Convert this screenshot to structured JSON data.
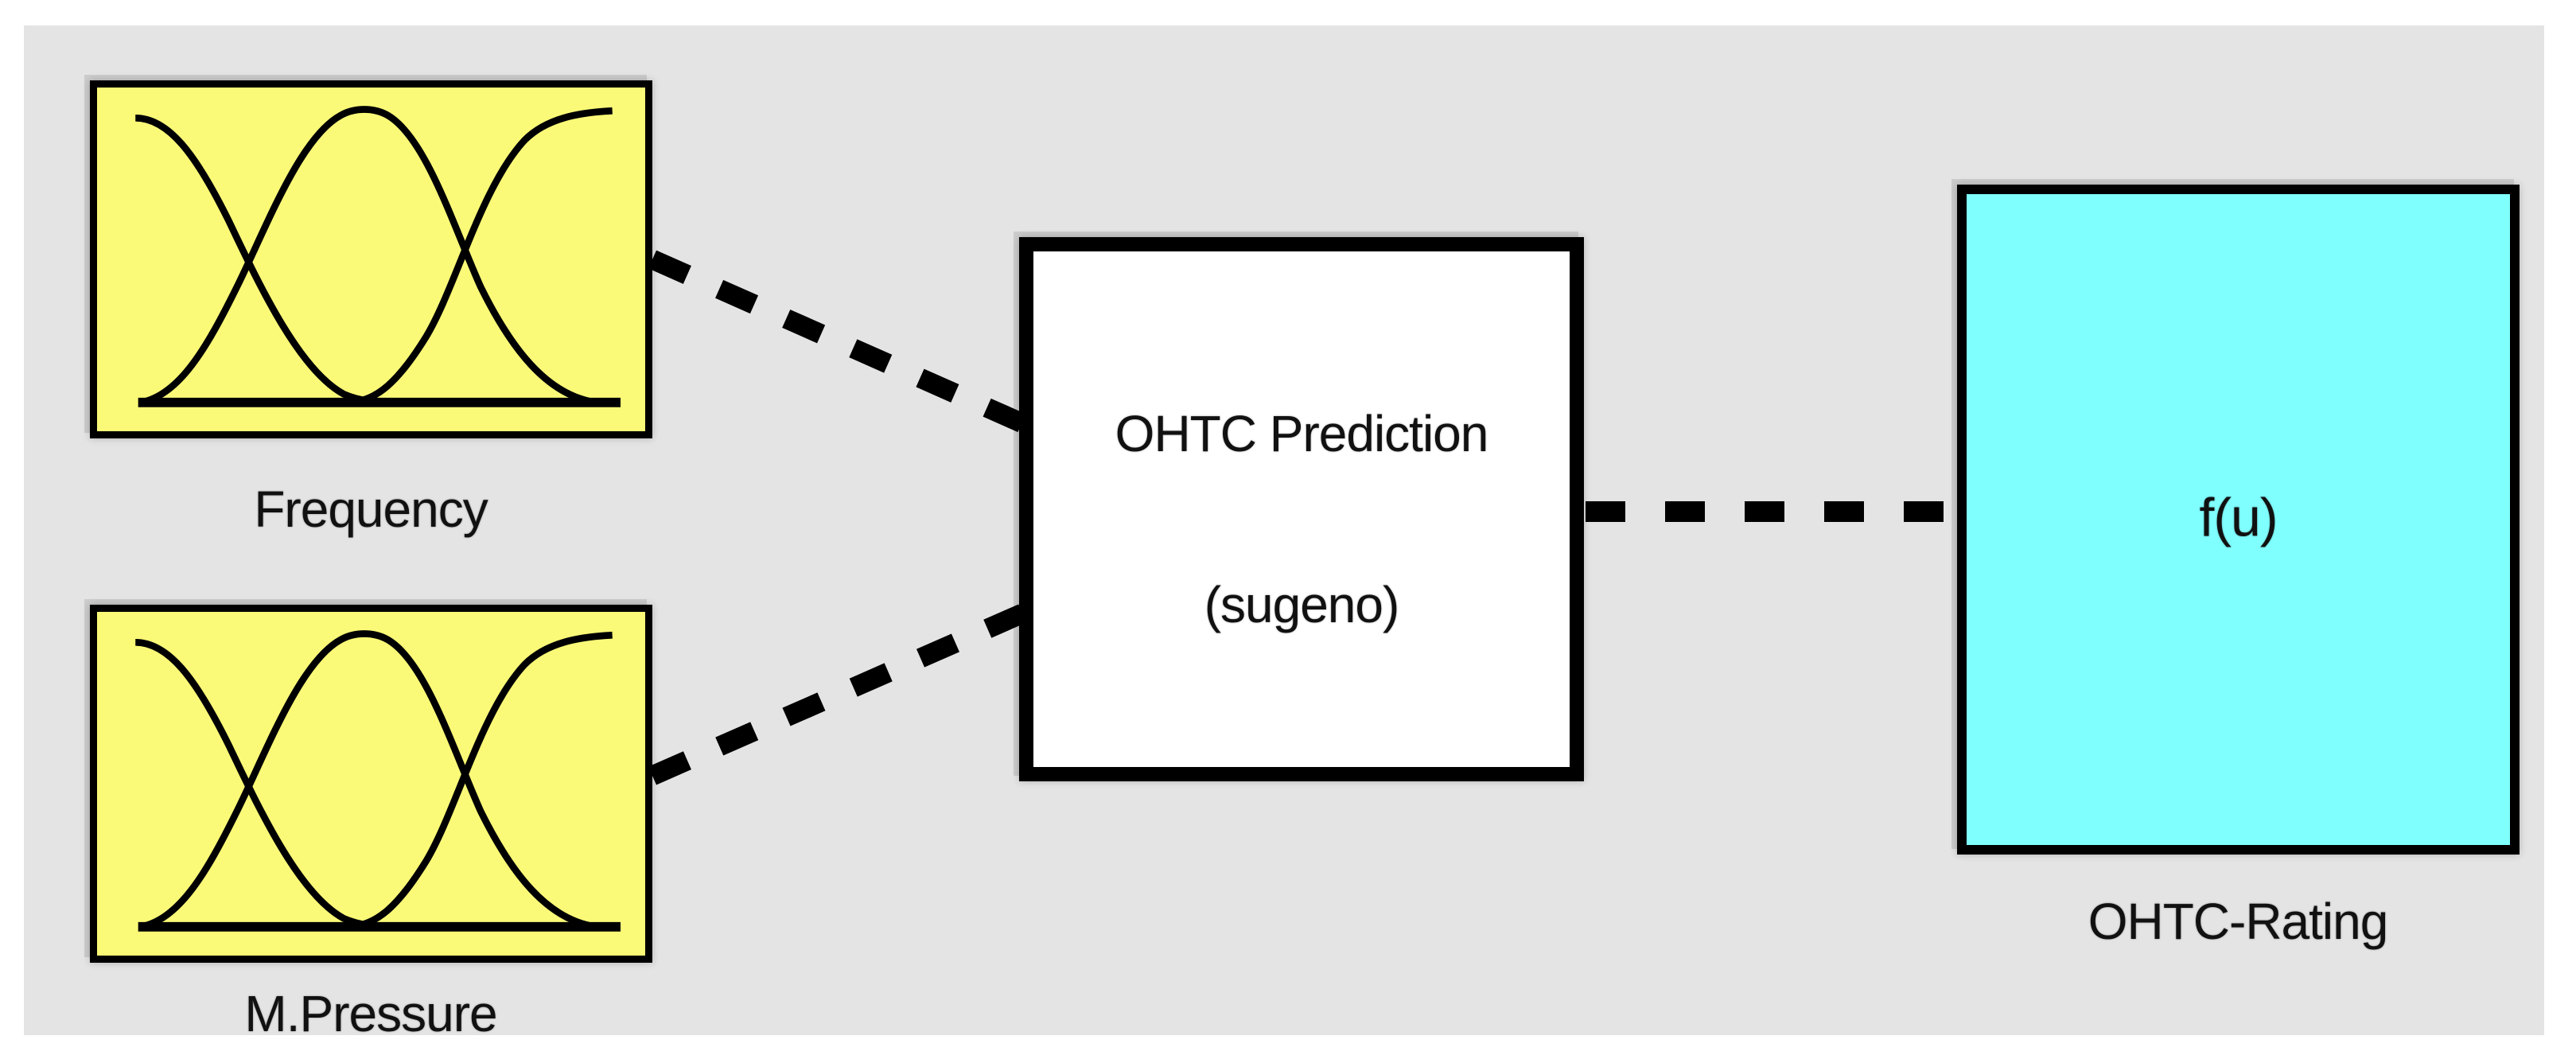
{
  "colors": {
    "page_background": "#ffffff",
    "panel_background": "#e4e4e4",
    "input_box_fill": "#fafa78",
    "fis_box_fill": "#ffffff",
    "output_box_fill": "#80ffff",
    "line_color": "#000000",
    "text_color": "#111111"
  },
  "inputs": [
    {
      "label": "Frequency",
      "icon": "membership-function-curves-icon"
    },
    {
      "label": "M.Pressure",
      "icon": "membership-function-curves-icon"
    }
  ],
  "fis": {
    "title": "OHTC Prediction",
    "subtitle": "(sugeno)"
  },
  "output": {
    "formula": "f(u)",
    "label": "OHTC-Rating"
  },
  "connectors": [
    {
      "from": "Frequency",
      "to": "OHTC Prediction",
      "style": "dashed"
    },
    {
      "from": "M.Pressure",
      "to": "OHTC Prediction",
      "style": "dashed"
    },
    {
      "from": "OHTC Prediction",
      "to": "OHTC-Rating",
      "style": "dashed"
    }
  ]
}
